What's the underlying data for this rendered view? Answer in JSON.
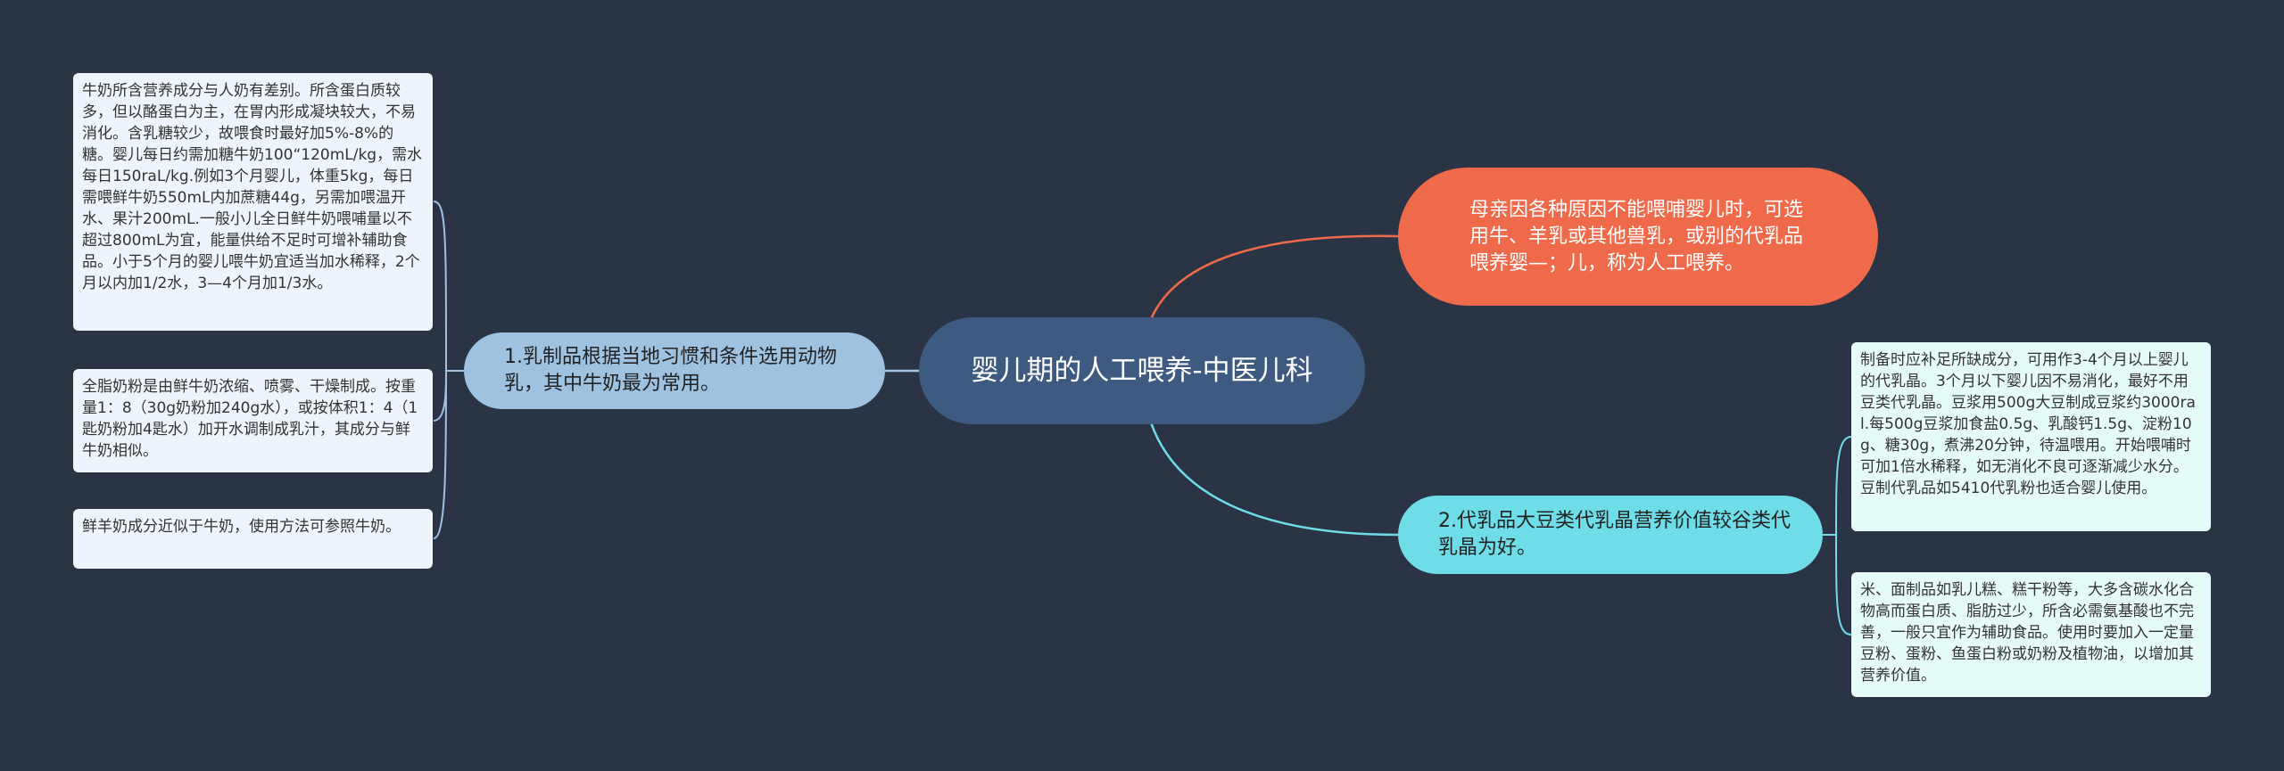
{
  "root": {
    "label": "婴儿期的人工喂养-中医儿科"
  },
  "branches": {
    "top": {
      "label": "母亲因各种原因不能喂哺婴儿时，可选用牛、羊乳或其他兽乳，或别的代乳品喂养婴—；儿，称为人工喂养。"
    },
    "left": {
      "label": "1.乳制品根据当地习惯和条件选用动物乳，其中牛奶最为常用。"
    },
    "right": {
      "label": "2.代乳品大豆类代乳晶营养价值较谷类代乳晶为好。"
    }
  },
  "leaves": {
    "left": [
      {
        "text": "牛奶所含营养成分与人奶有差别。所含蛋白质较多，但以酪蛋白为主，在胃内形成凝块较大，不易消化。含乳糖较少，故喂食时最好加5%-8%的糖。婴儿每日约需加糖牛奶100“120mL/kg，需水每日150raL/kg.例如3个月婴儿，体重5kg，每日需喂鲜牛奶550mL内加蔗糖44g，另需加喂温开水、果汁200mL.一般小儿全日鲜牛奶喂哺量以不超过800mL为宜，能量供给不足时可增补辅助食品。小于5个月的婴儿喂牛奶宜适当加水稀释，2个月以内加1/2水，3—4个月加1/3水。"
      },
      {
        "text": "全脂奶粉是由鲜牛奶浓缩、喷雾、干燥制成。按重量1：8（30g奶粉加240g水），或按体积1：4（1匙奶粉加4匙水）加开水调制成乳汁，其成分与鲜牛奶相似。"
      },
      {
        "text": "鲜羊奶成分近似于牛奶，使用方法可参照牛奶。"
      }
    ],
    "right": [
      {
        "text": "制备时应补足所缺成分，可用作3-4个月以上婴儿的代乳晶。3个月以下婴儿因不易消化，最好不用豆类代乳晶。豆浆用500g大豆制成豆浆约3000ral.每500g豆浆加食盐0.5g、乳酸钙1.5g、淀粉10g、糖30g，煮沸20分钟，待温喂用。开始喂哺时可加1倍水稀释，如无消化不良可逐渐减少水分。豆制代乳品如5410代乳粉也适合婴儿使用。"
      },
      {
        "text": "米、面制品如乳儿糕、糕干粉等，大多含碳水化合物高而蛋白质、脂肪过少，所含必需氨基酸也不完善，一般只宜作为辅助食品。使用时要加入一定量豆粉、蛋粉、鱼蛋白粉或奶粉及植物油，以增加其营养价值。"
      }
    ]
  },
  "colors": {
    "background": "#2b3444",
    "root": "#3e5a80",
    "top_branch": "#ef6a4a",
    "left_branch": "#9fc2e1",
    "right_branch": "#6fdde7"
  }
}
